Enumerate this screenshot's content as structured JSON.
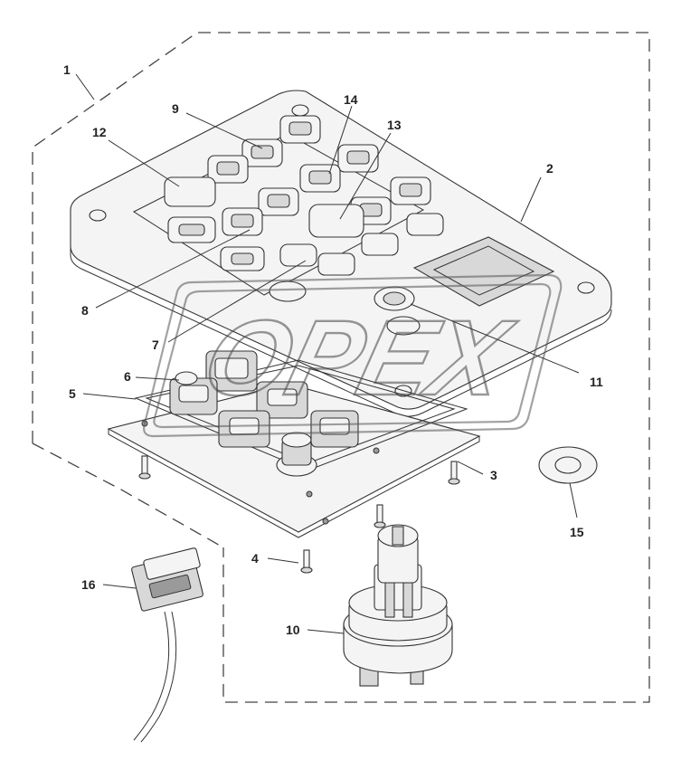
{
  "callouts": [
    "1",
    "2",
    "3",
    "4",
    "5",
    "6",
    "7",
    "8",
    "9",
    "10",
    "11",
    "12",
    "13",
    "14",
    "15",
    "16"
  ],
  "watermark": {
    "text": "OPEX"
  }
}
